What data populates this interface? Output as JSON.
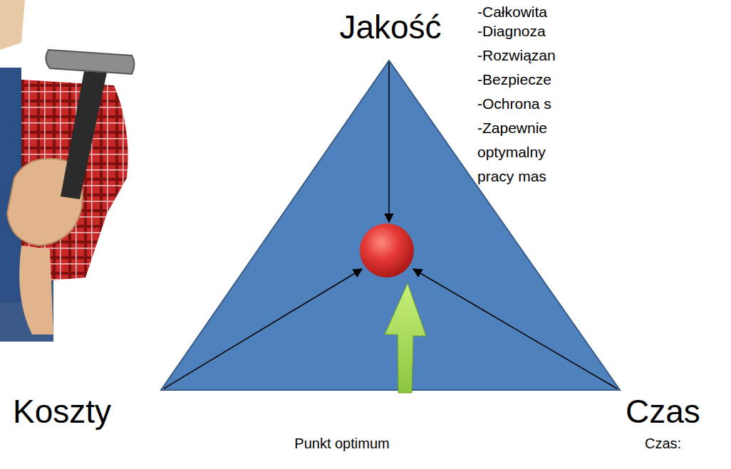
{
  "diagram": {
    "labels": [
      "Jakość",
      "Koszty",
      "Czas",
      "Punkt optimum",
      "Czas:",
      "-Całkowita",
      "-Diagnoza",
      "-Rozwiązan",
      "-Bezpiecze",
      "-Ochrona s",
      "-Zapewnie optymalny pracy mas"
    ]
  }
}
